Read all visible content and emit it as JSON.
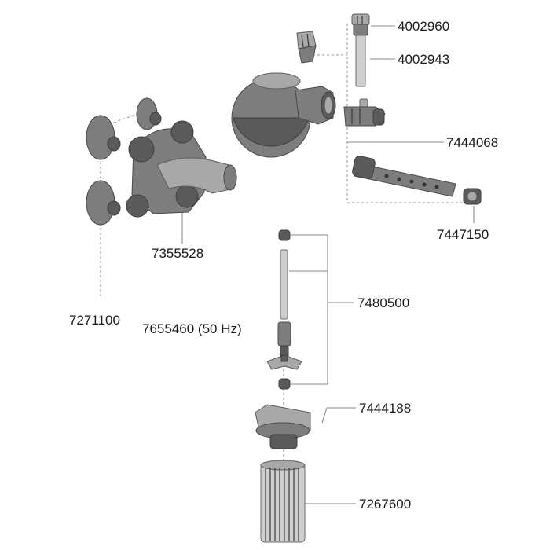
{
  "parts": [
    {
      "key": "p4002960",
      "number": "4002960"
    },
    {
      "key": "p4002943",
      "number": "4002943"
    },
    {
      "key": "p7444068",
      "number": "7444068"
    },
    {
      "key": "p7447150",
      "number": "7447150"
    },
    {
      "key": "p7355528",
      "number": "7355528"
    },
    {
      "key": "p7271100",
      "number": "7271100"
    },
    {
      "key": "p7655460",
      "number": "7655460 (50 Hz)"
    },
    {
      "key": "p7480500",
      "number": "7480500"
    },
    {
      "key": "p7444188",
      "number": "7444188"
    },
    {
      "key": "p7267600",
      "number": "7267600"
    }
  ]
}
